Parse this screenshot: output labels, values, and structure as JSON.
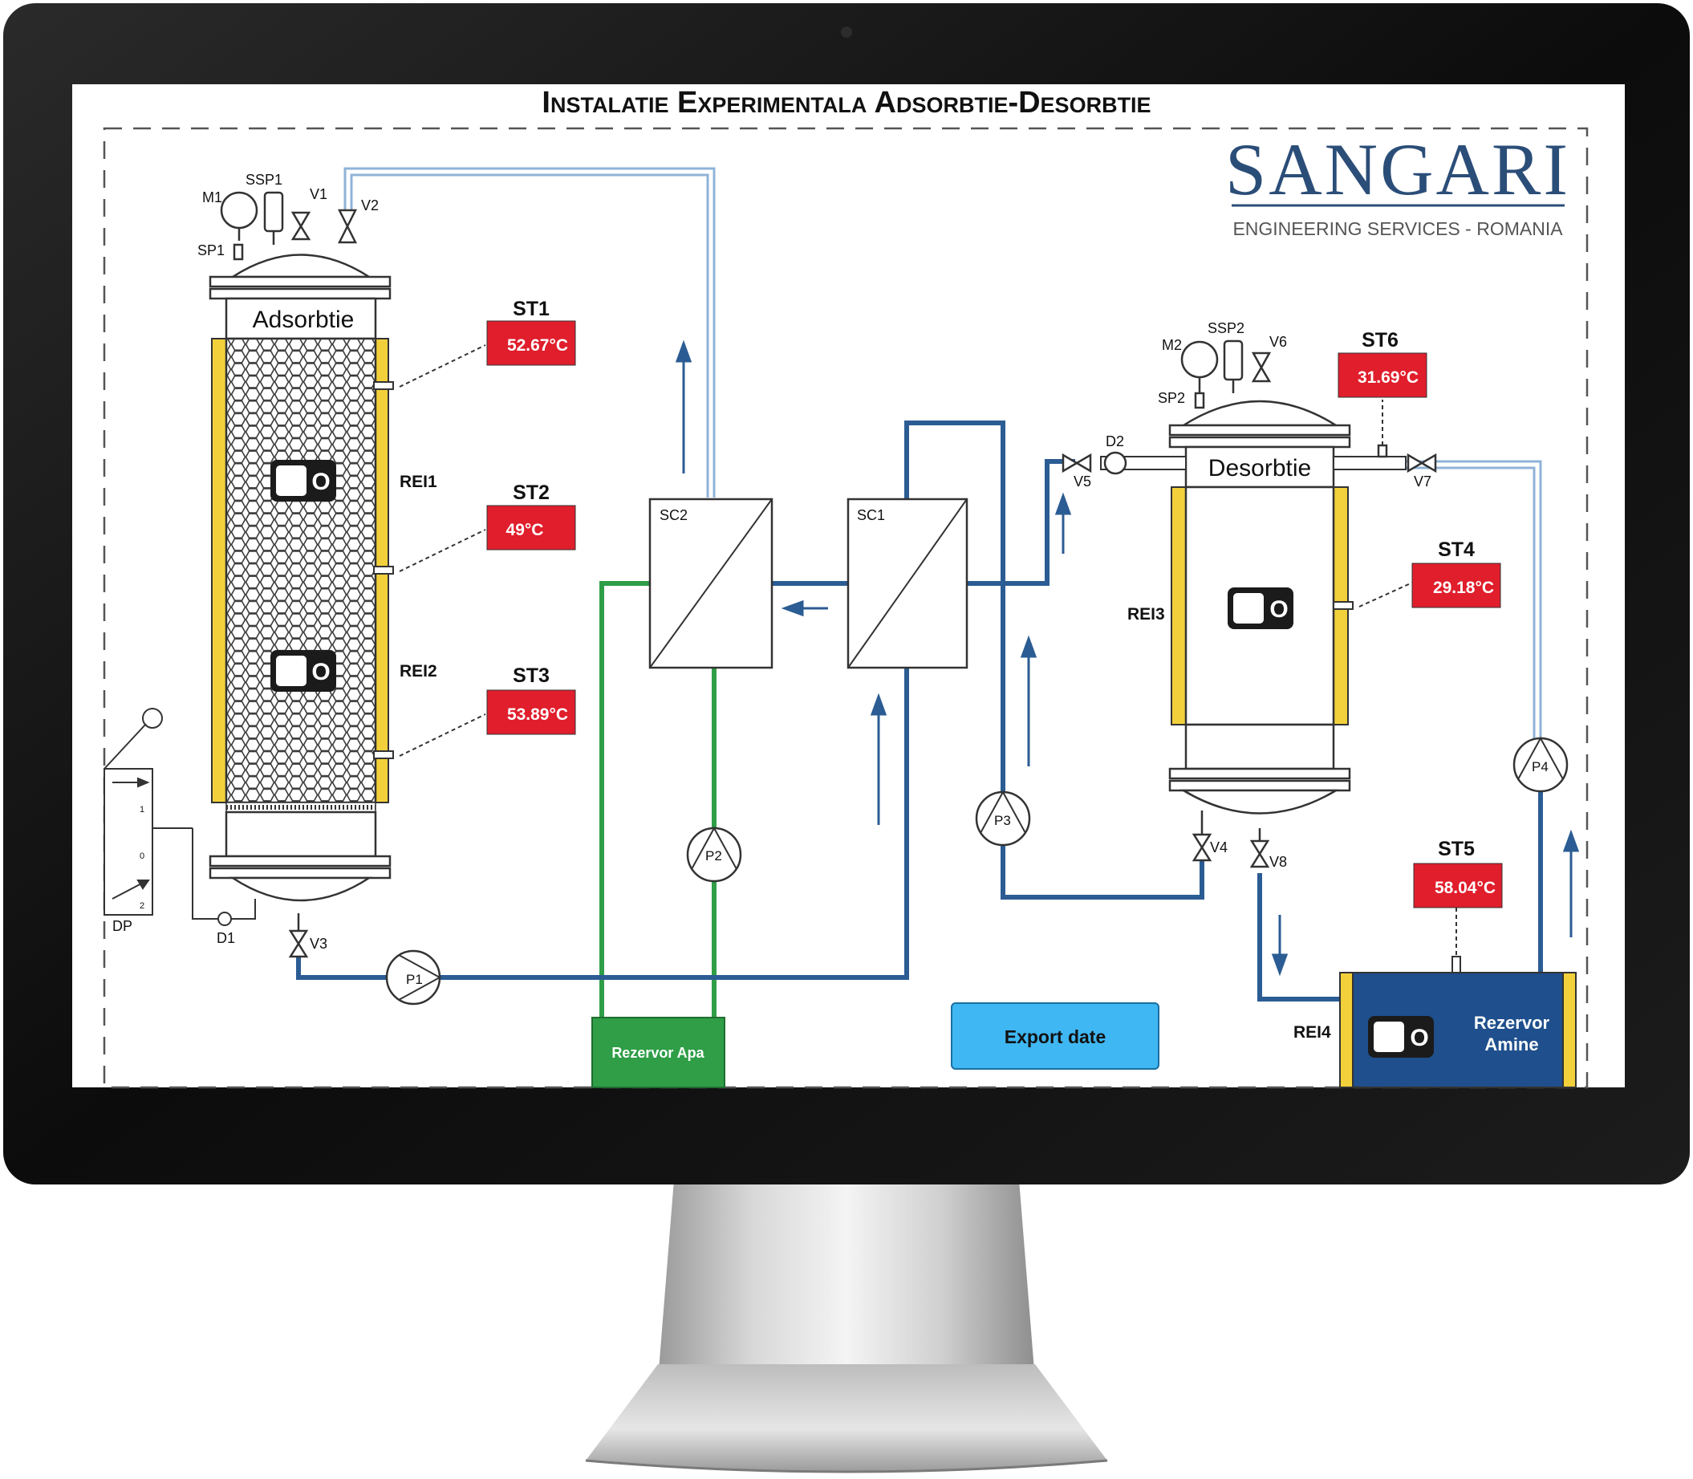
{
  "app": {
    "title": "Instalatie Experimentala Adsorbtie-Desorbtie",
    "logo_name": "SANGARI",
    "logo_tagline": "ENGINEERING SERVICES - ROMANIA",
    "export_button": "Export date"
  },
  "vessels": {
    "adsorption": "Adsorbtie",
    "desorption": "Desorbtie"
  },
  "sensors": {
    "st1": {
      "label": "ST1",
      "value": "52.67°C"
    },
    "st2": {
      "label": "ST2",
      "value": "49°C"
    },
    "st3": {
      "label": "ST3",
      "value": "53.89°C"
    },
    "st4": {
      "label": "ST4",
      "value": "29.18°C"
    },
    "st5": {
      "label": "ST5",
      "value": "58.04°C"
    },
    "st6": {
      "label": "ST6",
      "value": "31.69°C"
    }
  },
  "heaters": {
    "rei1": "REI1",
    "rei2": "REI2",
    "rei3": "REI3",
    "rei4": "REI4"
  },
  "toggles": {
    "state": "O",
    "rei1": false,
    "rei2": false,
    "rei3": false,
    "rei4": false
  },
  "exchangers": {
    "sc1": "SC1",
    "sc2": "SC2"
  },
  "pumps": {
    "p1": "P1",
    "p2": "P2",
    "p3": "P3",
    "p4": "P4"
  },
  "valves": {
    "v1": "V1",
    "v2": "V2",
    "v3": "V3",
    "v4": "V4",
    "v5": "V5",
    "v6": "V6",
    "v7": "V7",
    "v8": "V8"
  },
  "instruments": {
    "m1": "M1",
    "m2": "M2",
    "ssp1": "SSP1",
    "ssp2": "SSP2",
    "sp1": "SP1",
    "sp2": "SP2",
    "d1": "D1",
    "d2": "D2",
    "dp": "DP",
    "dp_ticks": [
      "1",
      "0",
      "2"
    ]
  },
  "tanks": {
    "water": "Rezervor Apa",
    "amine_line1": "Rezervor",
    "amine_line2": "Amine"
  },
  "colors": {
    "bezel": "#121212",
    "heater": "#f2d03b",
    "sensor": "#e01e2c",
    "pipe_blue": "#2b5c93",
    "pipe_green": "#2f9e47",
    "pipe_light": "#8fb3d8",
    "export_button": "#3fb7f2",
    "water_tank": "#2f9e47",
    "amine_tank": "#1f4f8c",
    "logo": "#2b4e78"
  }
}
